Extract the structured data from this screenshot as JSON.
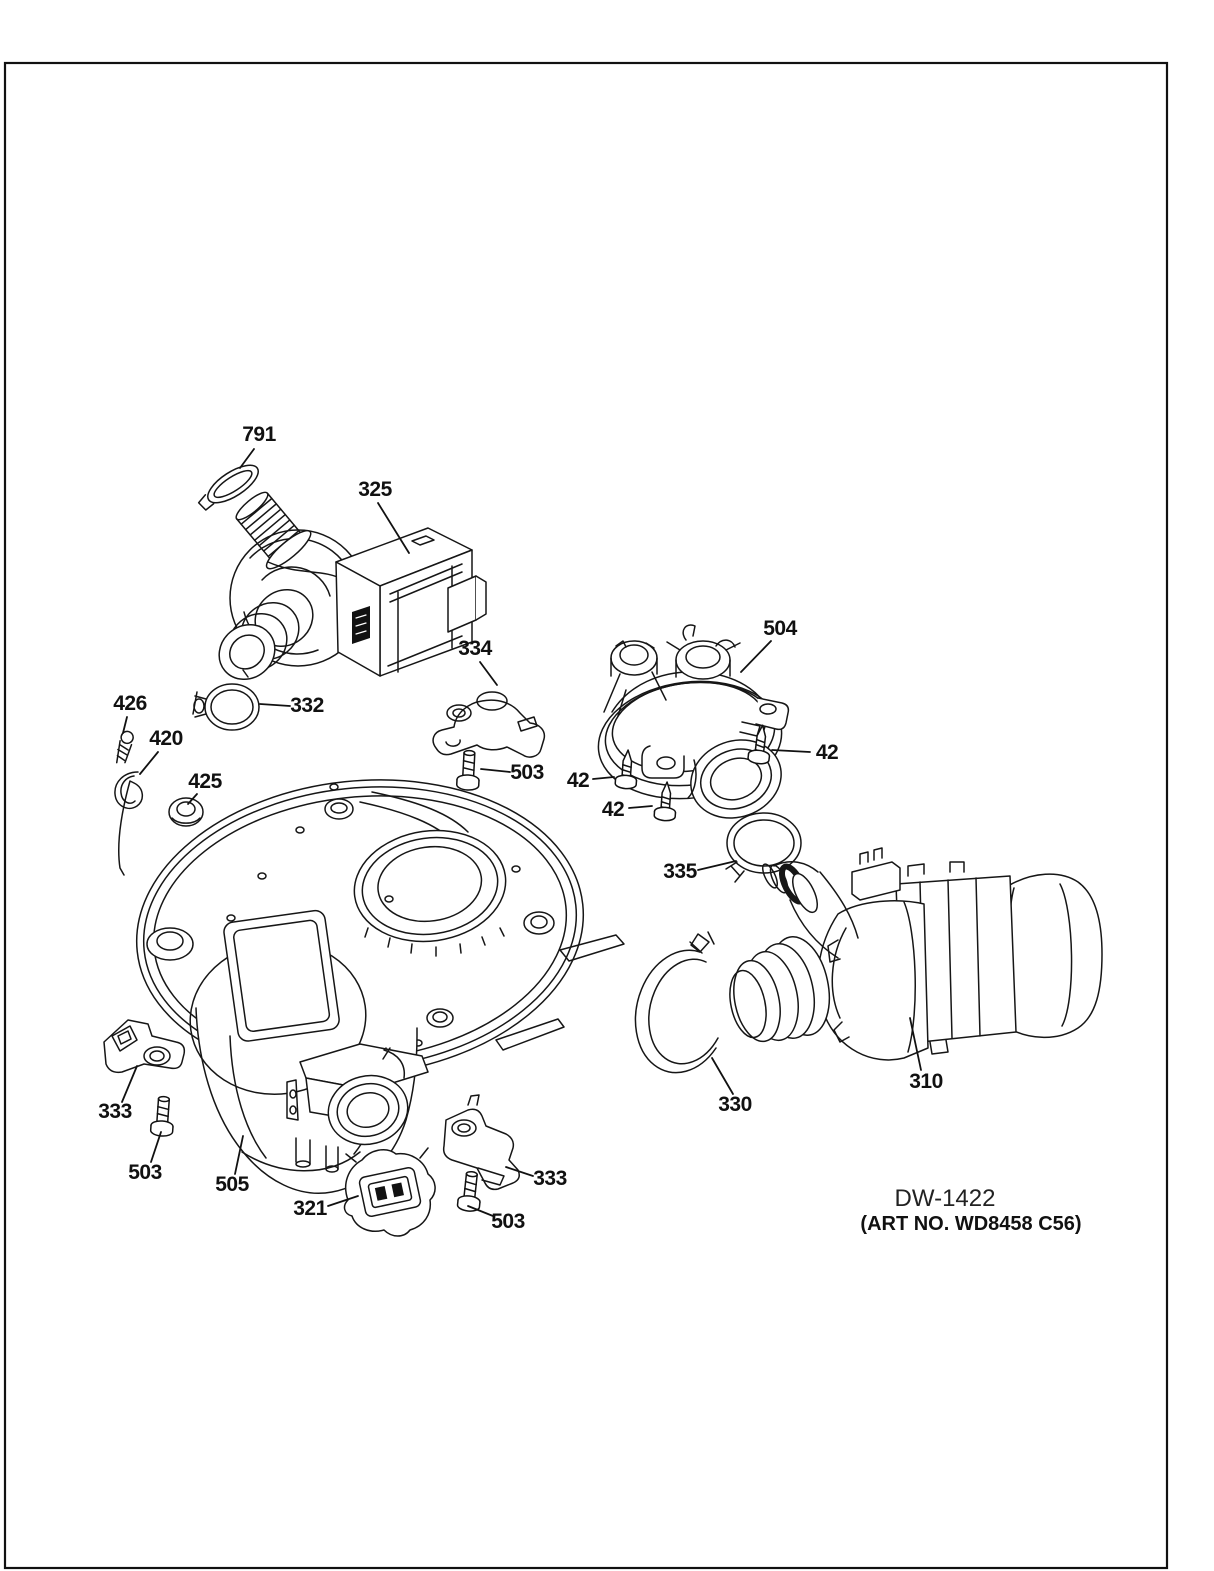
{
  "page": {
    "caption_line1": "DW-1422",
    "caption_line2": "(ART NO. WD8458 C56)"
  },
  "callouts": [
    {
      "text": "791",
      "part": "hose-clamp-small"
    },
    {
      "text": "325",
      "part": "drain-pump"
    },
    {
      "text": "334",
      "part": "mounting-bracket"
    },
    {
      "text": "426",
      "part": "screw-spring"
    },
    {
      "text": "420",
      "part": "wire-clip"
    },
    {
      "text": "425",
      "part": "grommet"
    },
    {
      "text": "332",
      "part": "hose-clamp"
    },
    {
      "text": "503",
      "part": "screw"
    },
    {
      "text": "504",
      "part": "sump-cover-assembly"
    },
    {
      "text": "42",
      "part": "screw"
    },
    {
      "text": "42",
      "part": "screw"
    },
    {
      "text": "42",
      "part": "screw"
    },
    {
      "text": "335",
      "part": "hose-clamp"
    },
    {
      "text": "330",
      "part": "hose-clamp-large"
    },
    {
      "text": "310",
      "part": "circulation-pump"
    },
    {
      "text": "333",
      "part": "bracket"
    },
    {
      "text": "503",
      "part": "screw"
    },
    {
      "text": "505",
      "part": "sump-tub"
    },
    {
      "text": "321",
      "part": "turbidity-sensor"
    },
    {
      "text": "333",
      "part": "bracket"
    },
    {
      "text": "503",
      "part": "screw"
    }
  ]
}
